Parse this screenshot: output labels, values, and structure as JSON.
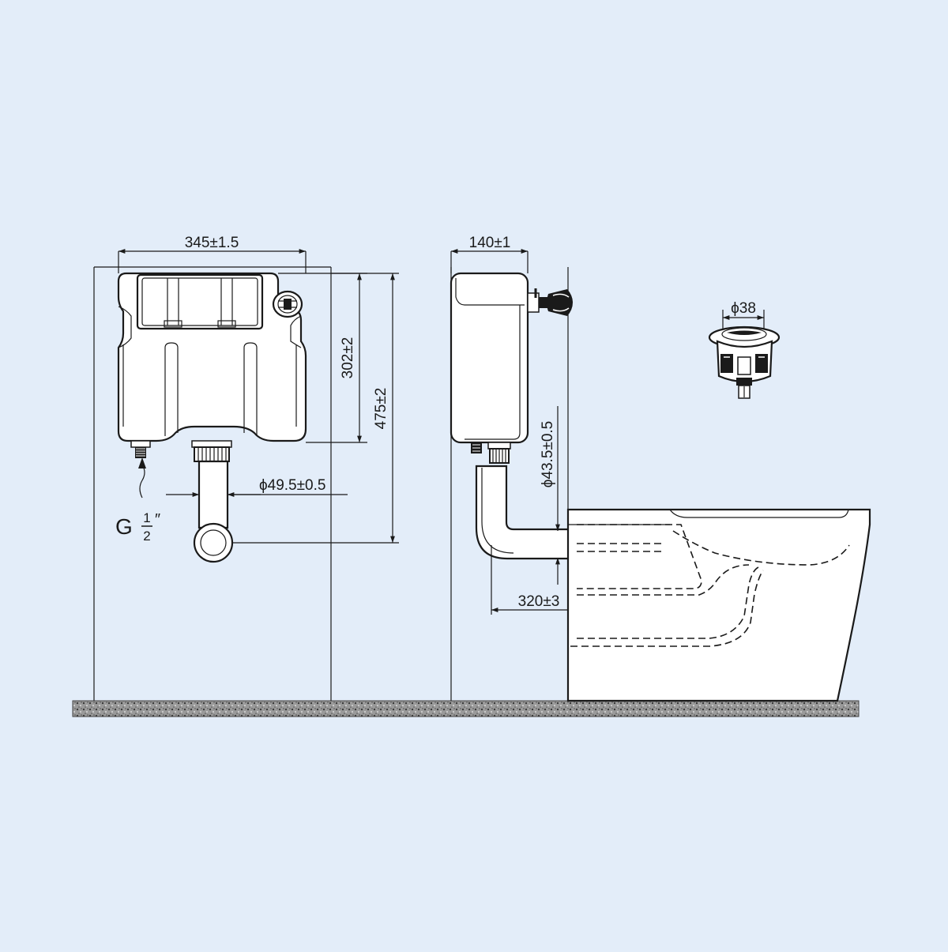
{
  "dimensions": {
    "width": "345±1.5",
    "inner_height": "302±2",
    "total_height": "475±2",
    "outlet_diameter": "ϕ49.5±0.5",
    "depth": "140±1",
    "flush_pipe_diameter": "ϕ43.5±0.5",
    "pipe_length": "320±3",
    "button_diameter": "ϕ38"
  },
  "inlet": {
    "thread_letter": "G",
    "fraction_numerator": "1",
    "fraction_denominator": "2",
    "inch_mark": "″"
  }
}
